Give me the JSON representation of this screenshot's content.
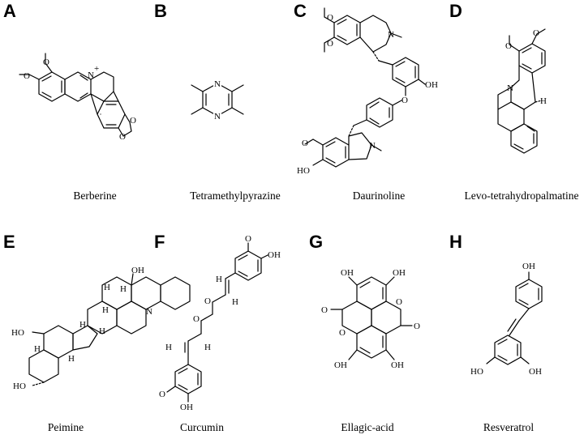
{
  "figure": {
    "panels": [
      {
        "letter": "A",
        "name": "Berberine"
      },
      {
        "letter": "B",
        "name": "Tetramethylpyrazine"
      },
      {
        "letter": "C",
        "name": "Daurinoline"
      },
      {
        "letter": "D",
        "name": "Levo-tetrahydropalmatine"
      },
      {
        "letter": "E",
        "name": "Peimine"
      },
      {
        "letter": "F",
        "name": "Curcumin"
      },
      {
        "letter": "G",
        "name": "Ellagic-acid"
      },
      {
        "letter": "H",
        "name": "Resveratrol"
      }
    ],
    "atom_labels": {
      "o": "O",
      "n": "N",
      "n_plus": "+",
      "oh": "OH",
      "ho": "HO",
      "h": "H"
    }
  }
}
